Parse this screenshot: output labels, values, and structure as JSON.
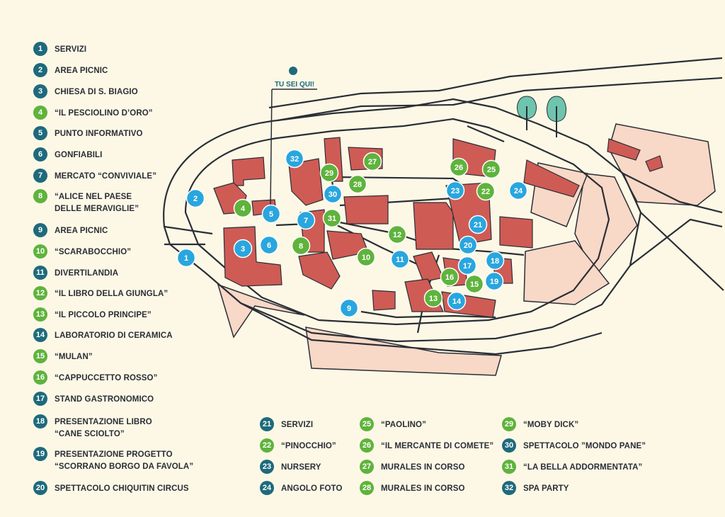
{
  "colors": {
    "background": "#fdf8e6",
    "building": "#cf5b55",
    "lot": "#f8d8c6",
    "street": "#2a2e36",
    "marker_blue": "#29a6de",
    "marker_green": "#5fb33c",
    "legend_dark": "#1e6a7c",
    "tree": "#6ec4ad"
  },
  "here_label": "TU SEI QUI!",
  "legend": [
    {
      "n": "1",
      "label": "SERVIZI",
      "color": "dark"
    },
    {
      "n": "2",
      "label": "AREA PICNIC",
      "color": "dark"
    },
    {
      "n": "3",
      "label": "CHIESA DI S. BIAGIO",
      "color": "dark"
    },
    {
      "n": "4",
      "label": "“IL PESCIOLINO D’ORO”",
      "color": "green"
    },
    {
      "n": "5",
      "label": "PUNTO INFORMATIVO",
      "color": "dark"
    },
    {
      "n": "6",
      "label": "GONFIABILI",
      "color": "dark"
    },
    {
      "n": "7",
      "label": "MERCATO “CONVIVIALE”",
      "color": "dark"
    },
    {
      "n": "8",
      "label": "“ALICE NEL PAESE\nDELLE MERAVIGLIE”",
      "color": "green"
    },
    {
      "n": "9",
      "label": "AREA PICNIC",
      "color": "dark"
    },
    {
      "n": "10",
      "label": "“SCARABOCCHIO”",
      "color": "green"
    },
    {
      "n": "11",
      "label": "DIVERTILANDIA",
      "color": "dark"
    },
    {
      "n": "12",
      "label": "“IL LIBRO DELLA GIUNGLA”",
      "color": "green"
    },
    {
      "n": "13",
      "label": "“IL PICCOLO PRINCIPE”",
      "color": "green"
    },
    {
      "n": "14",
      "label": "LABORATORIO DI CERAMICA",
      "color": "dark"
    },
    {
      "n": "15",
      "label": "“MULAN”",
      "color": "green"
    },
    {
      "n": "16",
      "label": "“CAPPUCCETTO ROSSO”",
      "color": "green"
    },
    {
      "n": "17",
      "label": "STAND GASTRONOMICO",
      "color": "dark"
    },
    {
      "n": "18",
      "label": "PRESENTAZIONE LIBRO\n“CANE SCIOLTO”",
      "color": "dark"
    },
    {
      "n": "19",
      "label": "PRESENTAZIONE PROGETTO\n“SCORRANO BORGO DA FAVOLA”",
      "color": "dark"
    },
    {
      "n": "20",
      "label": "SPETTACOLO CHIQUITIN CIRCUS",
      "color": "dark"
    },
    {
      "n": "21",
      "label": "SERVIZI",
      "color": "dark"
    },
    {
      "n": "22",
      "label": "“PINOCCHIO”",
      "color": "green"
    },
    {
      "n": "23",
      "label": "NURSERY",
      "color": "dark"
    },
    {
      "n": "24",
      "label": "ANGOLO FOTO",
      "color": "dark"
    },
    {
      "n": "25",
      "label": "“PAOLINO”",
      "color": "green"
    },
    {
      "n": "26",
      "label": "“IL MERCANTE DI COMETE”",
      "color": "green"
    },
    {
      "n": "27",
      "label": "MURALES IN CORSO",
      "color": "green"
    },
    {
      "n": "28",
      "label": "MURALES IN CORSO",
      "color": "green"
    },
    {
      "n": "29",
      "label": "“MOBY DICK”",
      "color": "green"
    },
    {
      "n": "30",
      "label": "SPETTACOLO ”MONDO PANE”",
      "color": "dark"
    },
    {
      "n": "31",
      "label": "“LA BELLA ADDORMENTATA”",
      "color": "green"
    },
    {
      "n": "32",
      "label": "SPA PARTY",
      "color": "dark"
    }
  ],
  "map_markers": [
    {
      "n": "1",
      "color": "blue"
    },
    {
      "n": "2",
      "color": "blue"
    },
    {
      "n": "3",
      "color": "blue"
    },
    {
      "n": "4",
      "color": "green"
    },
    {
      "n": "5",
      "color": "blue"
    },
    {
      "n": "6",
      "color": "blue"
    },
    {
      "n": "7",
      "color": "blue"
    },
    {
      "n": "8",
      "color": "green"
    },
    {
      "n": "9",
      "color": "blue"
    },
    {
      "n": "10",
      "color": "green"
    },
    {
      "n": "11",
      "color": "blue"
    },
    {
      "n": "12",
      "color": "green"
    },
    {
      "n": "13",
      "color": "green"
    },
    {
      "n": "14",
      "color": "blue"
    },
    {
      "n": "15",
      "color": "green"
    },
    {
      "n": "16",
      "color": "green"
    },
    {
      "n": "17",
      "color": "blue"
    },
    {
      "n": "18",
      "color": "blue"
    },
    {
      "n": "19",
      "color": "blue"
    },
    {
      "n": "20",
      "color": "blue"
    },
    {
      "n": "21",
      "color": "blue"
    },
    {
      "n": "22",
      "color": "green"
    },
    {
      "n": "23",
      "color": "blue"
    },
    {
      "n": "24",
      "color": "blue"
    },
    {
      "n": "25",
      "color": "green"
    },
    {
      "n": "26",
      "color": "green"
    },
    {
      "n": "27",
      "color": "green"
    },
    {
      "n": "28",
      "color": "green"
    },
    {
      "n": "29",
      "color": "green"
    },
    {
      "n": "30",
      "color": "blue"
    },
    {
      "n": "31",
      "color": "green"
    },
    {
      "n": "32",
      "color": "blue"
    }
  ]
}
